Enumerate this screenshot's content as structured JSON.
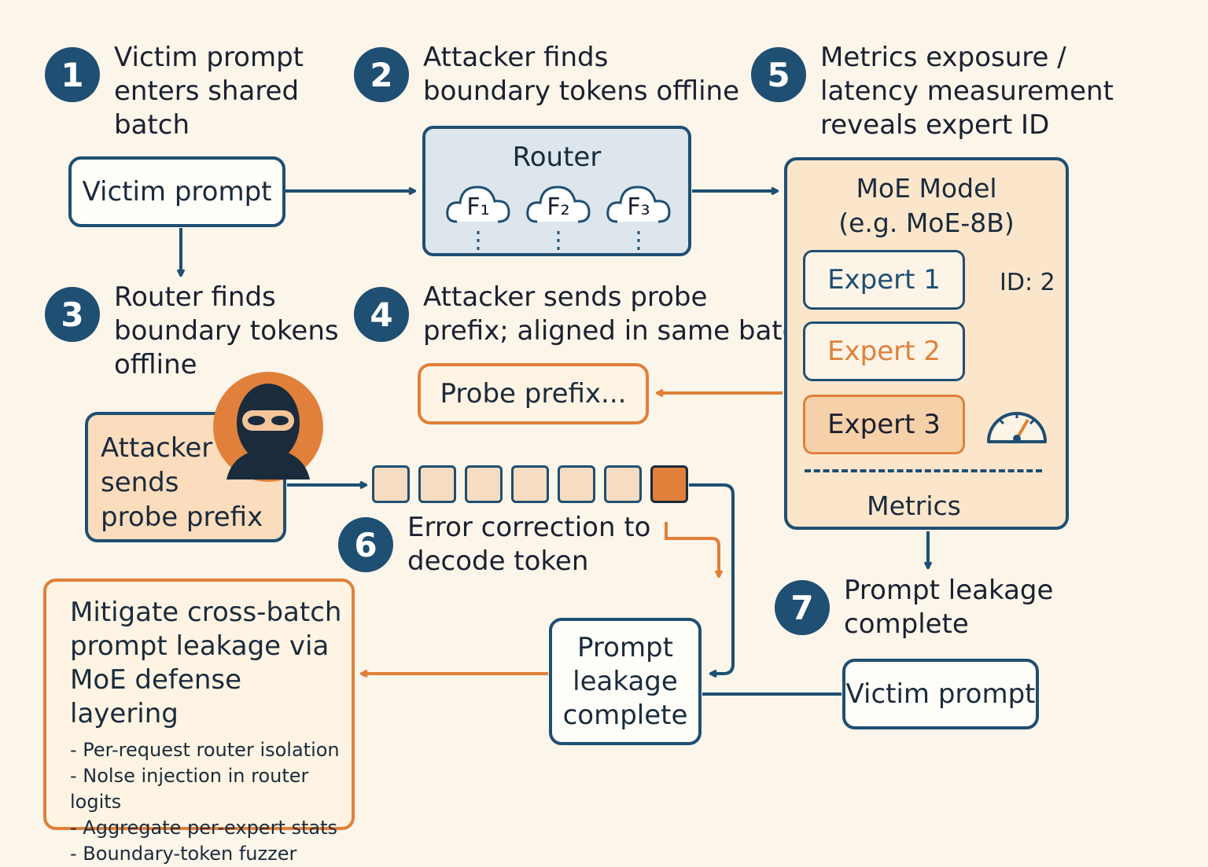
{
  "steps": {
    "s1": {
      "num": "1",
      "text": "Victim prompt\nenters shared\nbatch"
    },
    "s2": {
      "num": "2",
      "text": "Attacker finds\nboundary tokens offline"
    },
    "s3": {
      "num": "3",
      "text": "Router finds\nboundary tokens\noffline"
    },
    "s4": {
      "num": "4",
      "text": "Attacker sends probe\nprefix; aligned in same batch"
    },
    "s5": {
      "num": "5",
      "text": "Metrics exposure /\nlatency measurement\nreveals expert ID"
    },
    "s6": {
      "num": "6",
      "text": "Error correction to\ndecode token"
    },
    "s7": {
      "num": "7",
      "text": "Prompt leakage\ncomplete"
    }
  },
  "victim_prompt_top": "Victim prompt",
  "victim_prompt_bottom": "Victim prompt",
  "router": {
    "title": "Router",
    "experts": [
      {
        "label": "F₁"
      },
      {
        "label": "F₂"
      },
      {
        "label": "F₃"
      }
    ]
  },
  "moe": {
    "title": "MoE Model\n(e.g. MoE-8B)",
    "experts": [
      {
        "label": "Expert 1",
        "color": "#1f4f72"
      },
      {
        "label": "Expert 2",
        "color": "#e0803a"
      },
      {
        "label": "Expert 3",
        "color": "#1a2030"
      }
    ],
    "id_label": "ID: 2",
    "metrics_label": "Metrics",
    "gauge_icon": "gauge-icon"
  },
  "probe_prefix": "Probe prefix...",
  "attacker": {
    "text": "Attacker\nsends\nprobe prefix",
    "icon": "masked-attacker-icon"
  },
  "tokens": {
    "count": 7,
    "highlighted_index": 6
  },
  "leakage_box": "Prompt\nleakage\ncomplete",
  "mitigation": {
    "title": "Mitigate cross-batch\nprompt leakage via\nMoE defense layering",
    "items": [
      "Per-request router isolation",
      "Nolse injection in router logits",
      "Aggregate per-expert stats",
      "Boundary-token fuzzer"
    ]
  },
  "colors": {
    "navy": "#1f4f72",
    "orange": "#e0803a",
    "background": "#fbf5ea",
    "router_fill": "#dde6ec",
    "moe_fill": "#fbe6cc"
  }
}
